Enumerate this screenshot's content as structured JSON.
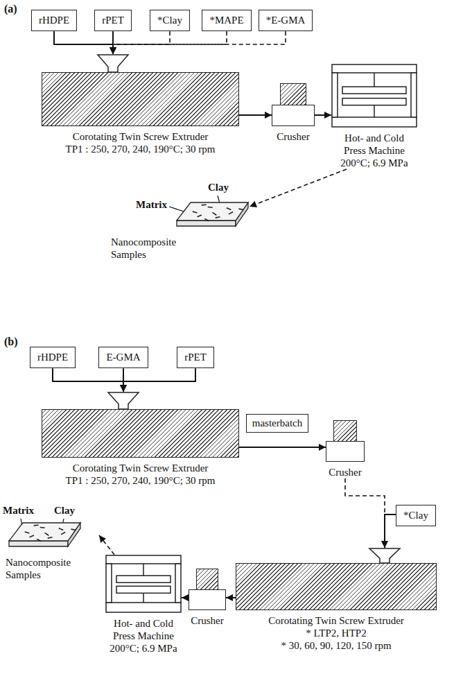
{
  "diagram": {
    "nodes": [
      {
        "text": [
          "rHDPE"
        ]
      },
      {
        "text": [
          "rPET"
        ]
      },
      {
        "text": [
          "*Clay"
        ]
      },
      {
        "text": [
          "*MAPE"
        ]
      },
      {
        "text": [
          "*E-GMA"
        ]
      },
      {
        "text": [
          "Corotating Twin Screw Extruder",
          "TP1 : 250, 270, 240, 190°C; 30 rpm"
        ]
      },
      {
        "text": [
          "Crusher"
        ]
      },
      {
        "text": [
          "Hot- and Cold Press Machine",
          "200°C; 6.9 MPa"
        ]
      },
      {
        "text": [
          "Nanocomposite Samples"
        ]
      },
      {
        "text": [
          "rHDPE"
        ]
      },
      {
        "text": [
          "E-GMA"
        ]
      },
      {
        "text": [
          "rPET"
        ]
      },
      {
        "text": [
          "Corotating Twin Screw Extruder",
          "TP1 : 250, 270, 240, 190°C; 30 rpm"
        ]
      },
      {
        "text": [
          "masterbatch"
        ]
      },
      {
        "text": [
          "Crusher"
        ]
      },
      {
        "text": [
          "*Clay"
        ]
      },
      {
        "text": [
          "Corotating Twin Screw Extruder",
          "* LTP2, HTP2",
          "* 30, 60, 90, 120, 150 rpm"
        ]
      },
      {
        "text": [
          "Crusher"
        ]
      },
      {
        "text": [
          "Hot- and Cold Press Machine",
          "200°C; 6.9 MPa"
        ]
      },
      {
        "text": [
          "Nanocomposite Samples"
        ]
      }
    ],
    "edges": [
      {
        "from": 0,
        "to": 5,
        "arrow": "to"
      },
      {
        "from": 1,
        "to": 5,
        "arrow": "to"
      },
      {
        "from": 2,
        "to": 5,
        "arrow": "to"
      },
      {
        "from": 3,
        "to": 5,
        "arrow": "to"
      },
      {
        "from": 4,
        "to": 5,
        "arrow": "to"
      },
      {
        "from": 5,
        "to": 6,
        "arrow": "to"
      },
      {
        "from": 6,
        "to": 7,
        "arrow": "to"
      },
      {
        "from": 7,
        "to": 8,
        "arrow": "to"
      },
      {
        "from": 9,
        "to": 12,
        "arrow": "to"
      },
      {
        "from": 10,
        "to": 12,
        "arrow": "to"
      },
      {
        "from": 11,
        "to": 12,
        "arrow": "to"
      },
      {
        "from": 12,
        "to": 14,
        "arrow": "to"
      },
      {
        "from": 14,
        "to": 16,
        "arrow": "to"
      },
      {
        "from": 15,
        "to": 16,
        "arrow": "to"
      },
      {
        "from": 16,
        "to": 17,
        "arrow": "to"
      },
      {
        "from": 17,
        "to": 18,
        "arrow": "to"
      },
      {
        "from": 18,
        "to": 19,
        "arrow": "to"
      }
    ],
    "labels": [
      "(a)",
      "Clay",
      "Matrix",
      "(b)",
      "Clay",
      "Matrix"
    ]
  }
}
